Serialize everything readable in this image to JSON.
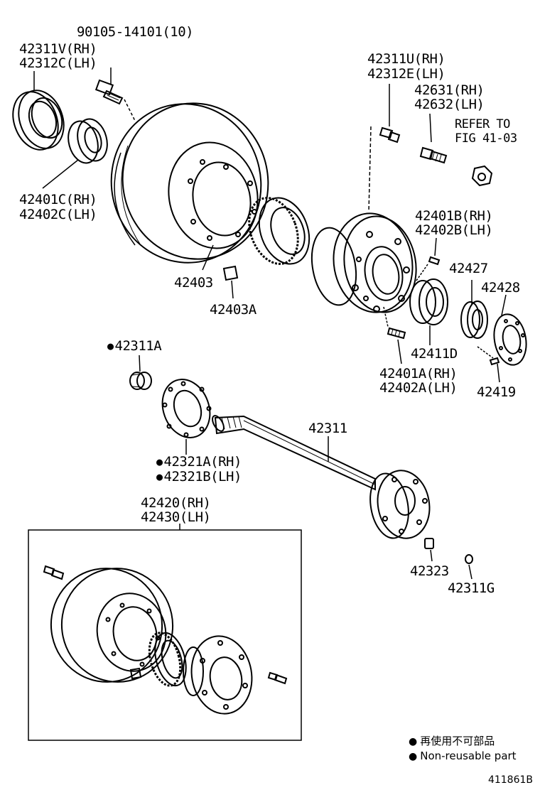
{
  "labels": {
    "bolt_top": "90105-14101(10)",
    "seal_rh": "42311V(RH)",
    "seal_lh": "42312C(LH)",
    "bearing_rh": "42401C(RH)",
    "bearing_lh": "42402C(LH)",
    "drum": "42403",
    "drum_clip": "42403A",
    "hub_bolt_rh": "42311U(RH)",
    "hub_bolt_lh": "42312E(LH)",
    "stud_rh": "42631(RH)",
    "stud_lh": "42632(LH)",
    "refer_1": "REFER TO",
    "refer_2": "FIG 41-03",
    "inner_bearing_rh": "42401B(RH)",
    "inner_bearing_lh": "42402B(LH)",
    "nut": "42427",
    "washer": "42428",
    "bearing_d": "42411D",
    "stud_a_rh": "42401A(RH)",
    "stud_a_lh": "42402A(LH)",
    "screw": "42419",
    "collar": "42311A",
    "gasket_rh": "42321A(RH)",
    "gasket_lh": "42321B(LH)",
    "shaft": "42311",
    "assy_rh": "42420(RH)",
    "assy_lh": "42430(LH)",
    "pin": "42323",
    "plug": "42311G"
  },
  "legend": {
    "line1": "再使用不可部品",
    "line2": "Non-reusable part"
  },
  "figure_number": "411861B"
}
